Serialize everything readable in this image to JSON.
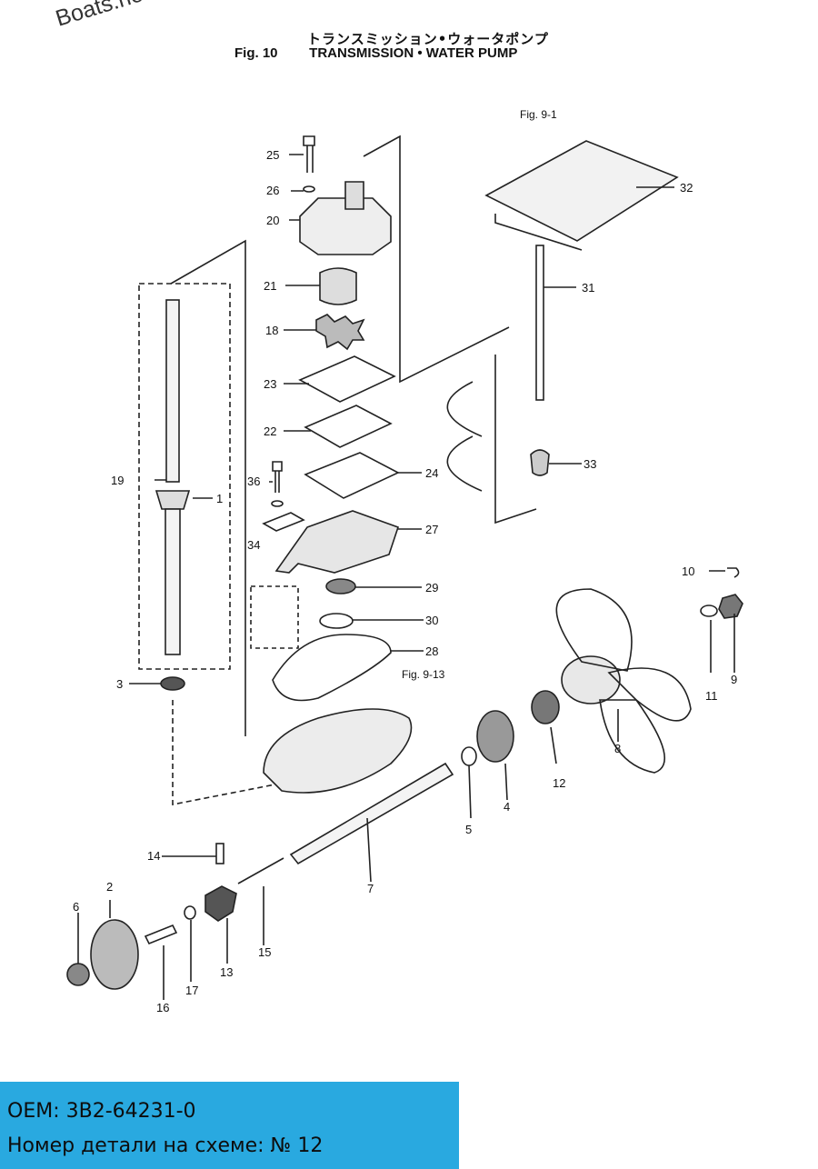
{
  "header": {
    "watermark": "Boats.net ©",
    "title_jp": "トランスミッション•ウォータポンプ",
    "fig_number": "Fig. 10",
    "fig_title": "TRANSMISSION • WATER PUMP"
  },
  "references": {
    "fig_9_1": "Fig. 9-1",
    "fig_9_13": "Fig. 9-13"
  },
  "callouts": [
    "25",
    "26",
    "20",
    "21",
    "18",
    "23",
    "22",
    "24",
    "36",
    "27",
    "34",
    "29",
    "30",
    "28",
    "19",
    "1",
    "3",
    "32",
    "31",
    "33",
    "10",
    "11",
    "9",
    "8",
    "12",
    "4",
    "5",
    "7",
    "14",
    "2",
    "6",
    "13",
    "15",
    "16",
    "17"
  ],
  "info_box": {
    "oem_line": "OEM: 3B2-64231-0",
    "part_line": "Номер детали на схеме: № 12"
  }
}
